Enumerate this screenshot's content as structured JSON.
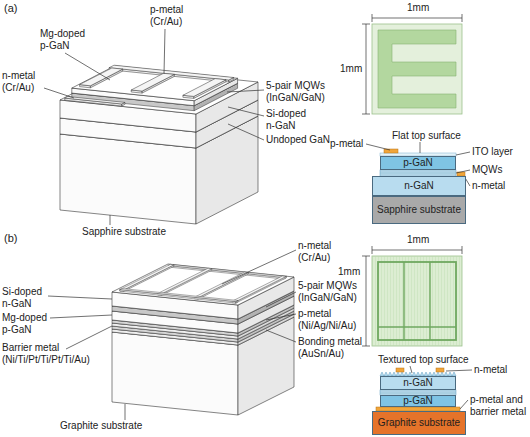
{
  "diagram": {
    "nodes": [
      {
        "text": [
          "p-GaN"
        ]
      },
      {
        "text": [
          "n-GaN"
        ]
      },
      {
        "text": [
          "Sapphire substrate"
        ]
      },
      {
        "text": [
          "n-GaN"
        ]
      },
      {
        "text": [
          "p-GaN"
        ]
      },
      {
        "text": [
          "Graphite substrate"
        ]
      }
    ],
    "edges": [],
    "labels": [
      "(a)",
      "Mg-doped p-GaN",
      "p-metal (Cr/Au)",
      "n-metal (Cr/Au)",
      "5-pair MQWs (InGaN/GaN)",
      "Si-doped n-GaN",
      "Undoped GaN",
      "Sapphire substrate",
      "1mm",
      "1mm",
      "p-metal",
      "Flat top surface",
      "ITO layer",
      "MQWs",
      "n-metal",
      "(b)",
      "n-metal (Cr/Au)",
      "Si-doped n-GaN",
      "5-pair MQWs (InGaN/GaN)",
      "Mg-doped p-GaN",
      "p-metal (Ni/Ag/Ni/Au)",
      "Barrier metal (Ni/Ti/Pt/Ti/Pt/Ti/Au)",
      "Bonding metal (AuSn/Au)",
      "Graphite substrate",
      "1mm",
      "1mm",
      "Textured top surface",
      "n-metal",
      "p-metal and barrier metal"
    ]
  }
}
